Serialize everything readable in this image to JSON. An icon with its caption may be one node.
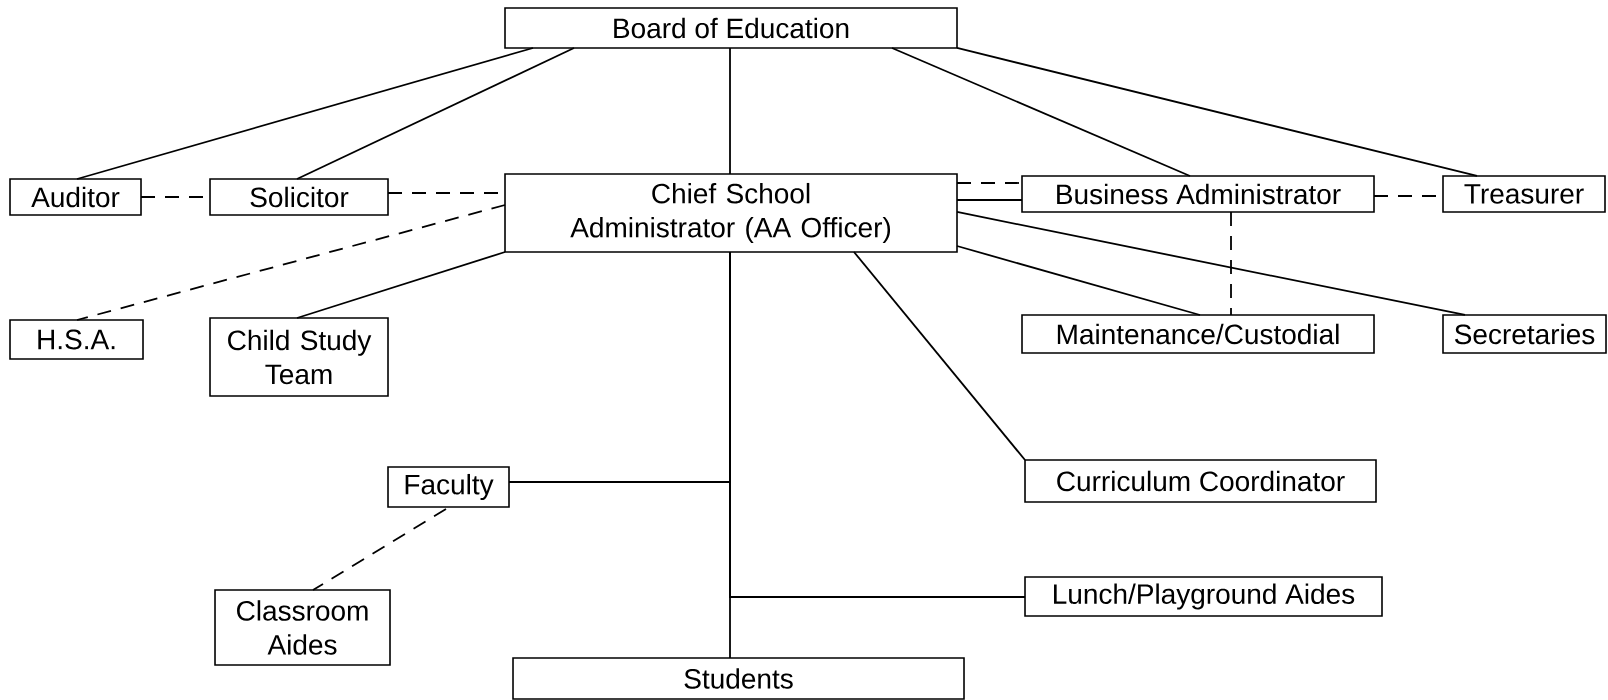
{
  "diagram": {
    "nodes": [
      {
        "text": [
          "Board of Education"
        ]
      },
      {
        "text": [
          "Auditor"
        ]
      },
      {
        "text": [
          "Solicitor"
        ]
      },
      {
        "text": [
          "Chief School Administrator (AA Officer)"
        ]
      },
      {
        "text": [
          "Business Administrator"
        ]
      },
      {
        "text": [
          "Treasurer"
        ]
      },
      {
        "text": [
          "H.S.A."
        ]
      },
      {
        "text": [
          "Child Study Team"
        ]
      },
      {
        "text": [
          "Maintenance/Custodial"
        ]
      },
      {
        "text": [
          "Secretaries"
        ]
      },
      {
        "text": [
          "Curriculum Coordinator"
        ]
      },
      {
        "text": [
          "Faculty"
        ]
      },
      {
        "text": [
          "Lunch/Playground Aides"
        ]
      },
      {
        "text": [
          "Classroom Aides"
        ]
      },
      {
        "text": [
          "Students"
        ]
      }
    ],
    "edges": [
      {
        "from": 0,
        "to": 1,
        "arrow": "none"
      },
      {
        "from": 0,
        "to": 2,
        "arrow": "none"
      },
      {
        "from": 0,
        "to": 3,
        "arrow": "none"
      },
      {
        "from": 0,
        "to": 4,
        "arrow": "none"
      },
      {
        "from": 0,
        "to": 5,
        "arrow": "none"
      },
      {
        "from": 1,
        "to": 2,
        "arrow": "none",
        "style": "dashed"
      },
      {
        "from": 2,
        "to": 3,
        "arrow": "none",
        "style": "dashed"
      },
      {
        "from": 3,
        "to": 6,
        "arrow": "none",
        "style": "dashed"
      },
      {
        "from": 3,
        "to": 4,
        "arrow": "none",
        "style": "dashed"
      },
      {
        "from": 3,
        "to": 4,
        "arrow": "none"
      },
      {
        "from": 4,
        "to": 5,
        "arrow": "none",
        "style": "dashed"
      },
      {
        "from": 3,
        "to": 7,
        "arrow": "none"
      },
      {
        "from": 4,
        "to": 8,
        "arrow": "none",
        "style": "dashed"
      },
      {
        "from": 3,
        "to": 8,
        "arrow": "none"
      },
      {
        "from": 3,
        "to": 9,
        "arrow": "none"
      },
      {
        "from": 3,
        "to": 10,
        "arrow": "none"
      },
      {
        "from": 3,
        "to": 11,
        "arrow": "none"
      },
      {
        "from": 3,
        "to": 12,
        "arrow": "none"
      },
      {
        "from": 3,
        "to": 14,
        "arrow": "none"
      },
      {
        "from": 11,
        "to": 13,
        "arrow": "none",
        "style": "dashed"
      }
    ]
  }
}
